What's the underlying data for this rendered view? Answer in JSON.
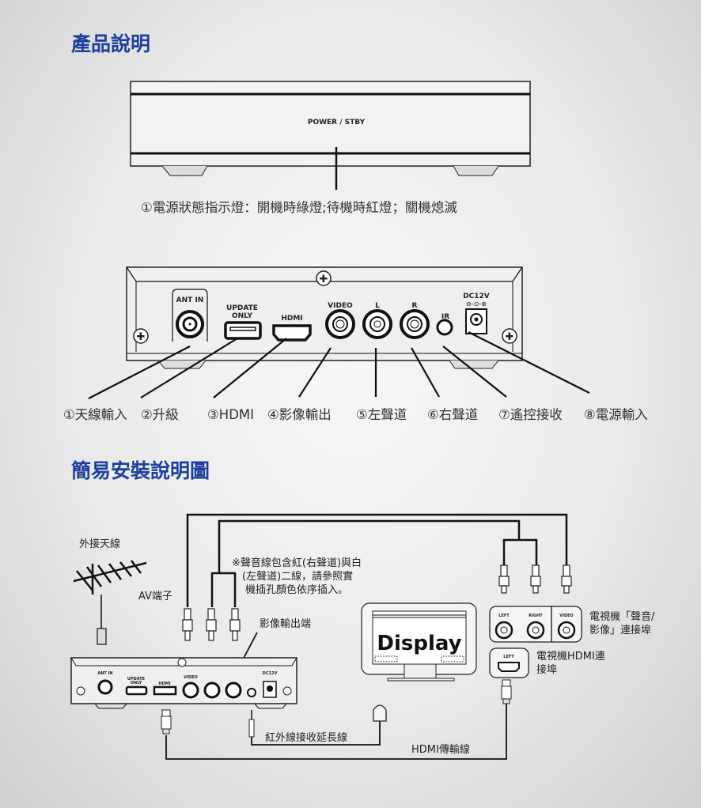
{
  "section1": {
    "title": "產品說明",
    "front_label": "POWER / STBY",
    "front_caption": "①電源狀態指示燈：開機時綠燈;待機時紅燈；關機熄滅",
    "back_ports": {
      "ant_in": "ANT IN",
      "update": "UPDATE",
      "only": "ONLY",
      "hdmi": "HDMI",
      "video": "VIDEO",
      "l": "L",
      "r": "R",
      "ir": "IR",
      "dc": "DC12V"
    },
    "port_captions": [
      "①天線輸入",
      "②升級",
      "③HDMI",
      "④影像輸出",
      "⑤左聲道",
      "⑥右聲道",
      "⑦遙控接收",
      "⑧電源輸入"
    ]
  },
  "section2": {
    "title": "簡易安裝說明圖",
    "antenna_label": "外接天線",
    "av_label": "AV端子",
    "note": [
      "※聲音線包含紅(右聲道)與白",
      "(左聲道)二線，請參照實",
      "機插孔顏色依序插入。"
    ],
    "video_out_label": "影像輸出端",
    "display_text": "Display",
    "tv_av_ports": {
      "left": "LEFT",
      "right": "RIGHT",
      "video": "VIDEO"
    },
    "tv_av_caption": [
      "電視機「聲音/",
      "影像」連接埠"
    ],
    "tv_hdmi_port": "LEFT",
    "tv_hdmi_caption": [
      "電視機HDMI連",
      "接埠"
    ],
    "ir_cable_label": "紅外線接收延長線",
    "hdmi_cable_label": "HDMI傳輸線"
  }
}
